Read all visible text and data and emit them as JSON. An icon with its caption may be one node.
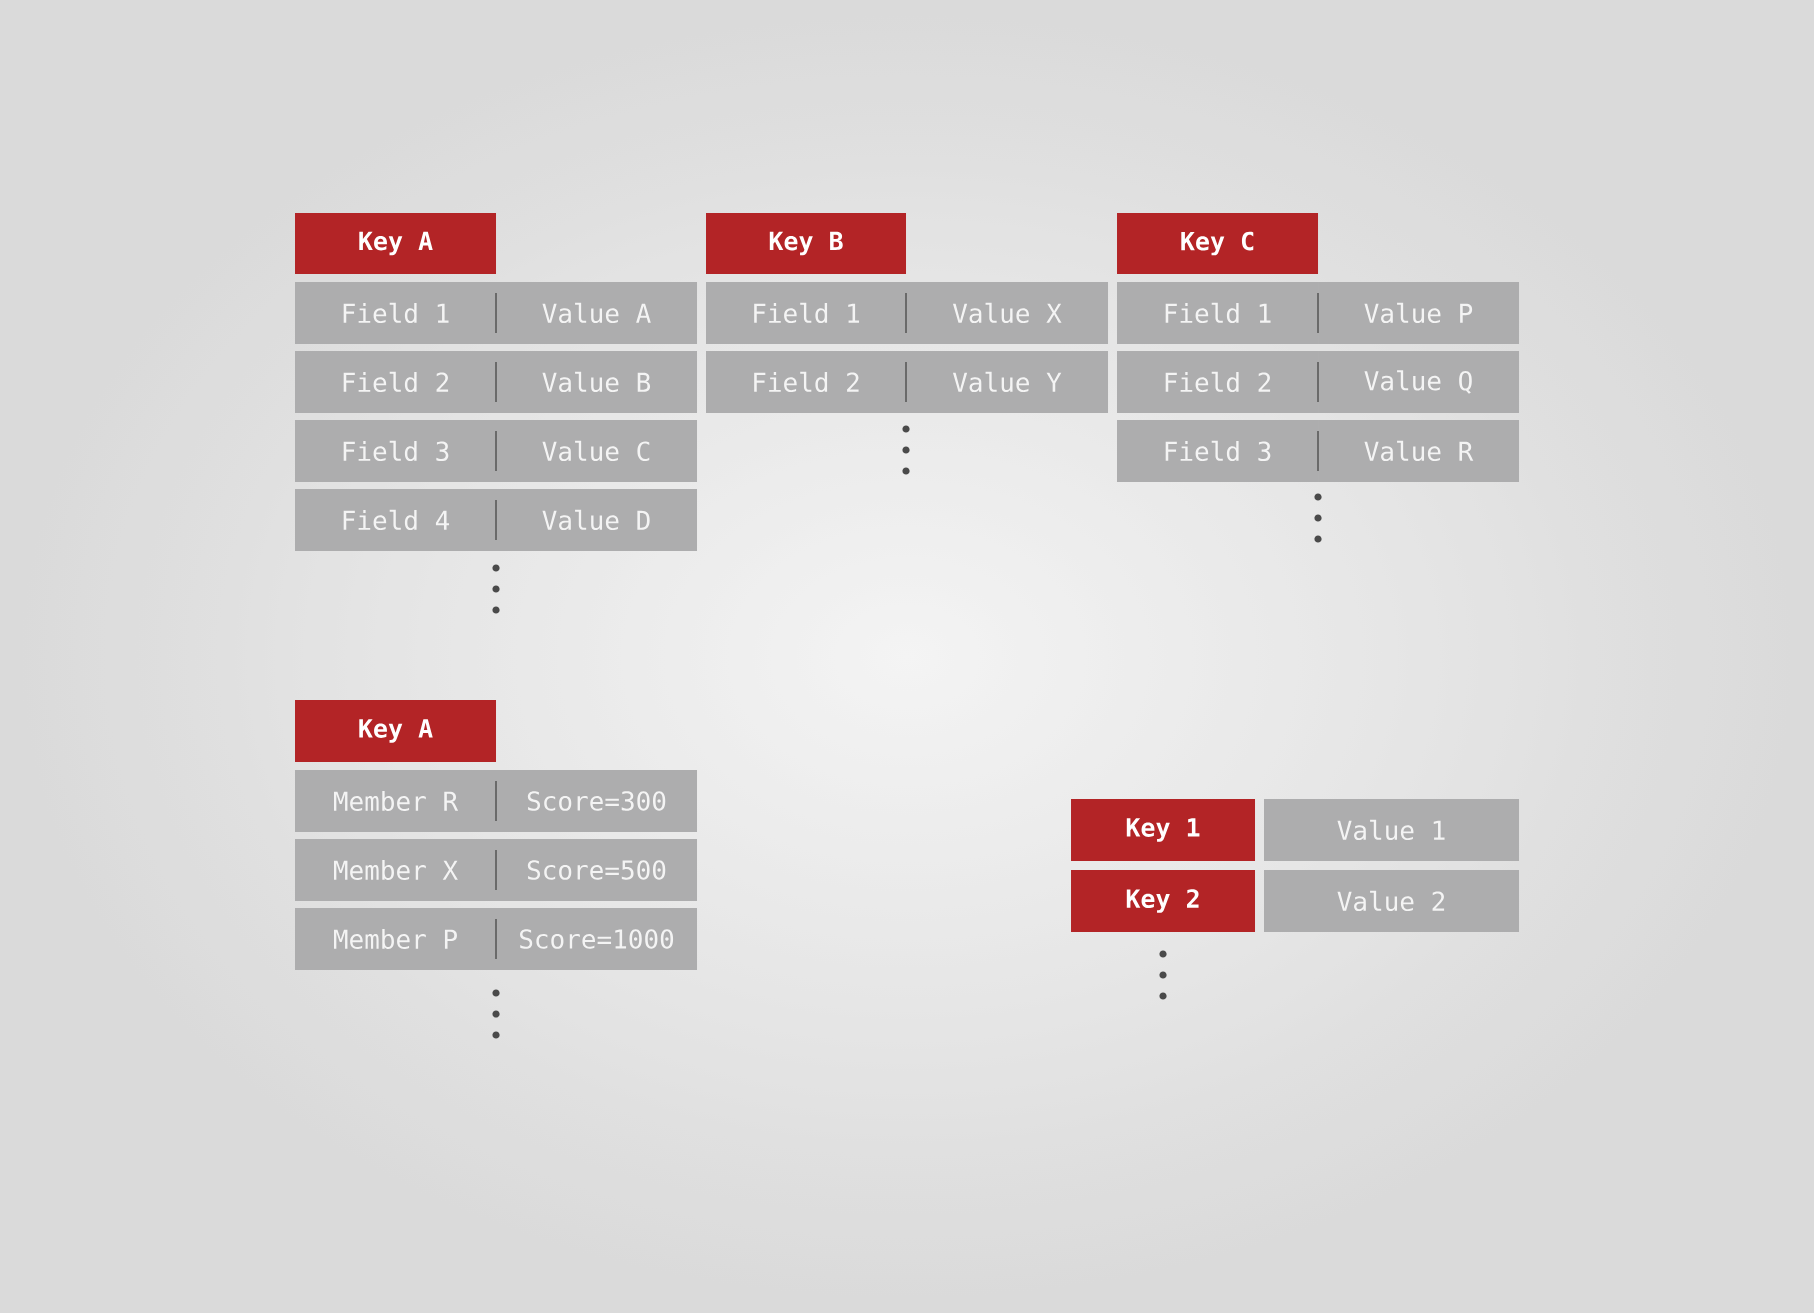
{
  "diagram": {
    "nodes": [
      {
        "text": [
          "Key A"
        ]
      },
      {
        "text": [
          "Field 1",
          "Value A"
        ]
      },
      {
        "text": [
          "Field 2",
          "Value B"
        ]
      },
      {
        "text": [
          "Field 3",
          "Value C"
        ]
      },
      {
        "text": [
          "Field 4",
          "Value D"
        ]
      },
      {
        "text": [
          "Key B"
        ]
      },
      {
        "text": [
          "Field 1",
          "Value X"
        ]
      },
      {
        "text": [
          "Field 2",
          "Value Y"
        ]
      },
      {
        "text": [
          "Key C"
        ]
      },
      {
        "text": [
          "Field 1",
          "Value P"
        ]
      },
      {
        "text": [
          "Field 2",
          "Value Q"
        ]
      },
      {
        "text": [
          "Field 3",
          "Value R"
        ]
      },
      {
        "text": [
          "Key A"
        ]
      },
      {
        "text": [
          "Member R",
          "Score=300"
        ]
      },
      {
        "text": [
          "Member X",
          "Score=500"
        ]
      },
      {
        "text": [
          "Member P",
          "Score=1000"
        ]
      },
      {
        "text": [
          "Key 1"
        ]
      },
      {
        "text": [
          "Value 1"
        ]
      },
      {
        "text": [
          "Key 2"
        ]
      },
      {
        "text": [
          "Value 2"
        ]
      }
    ]
  }
}
